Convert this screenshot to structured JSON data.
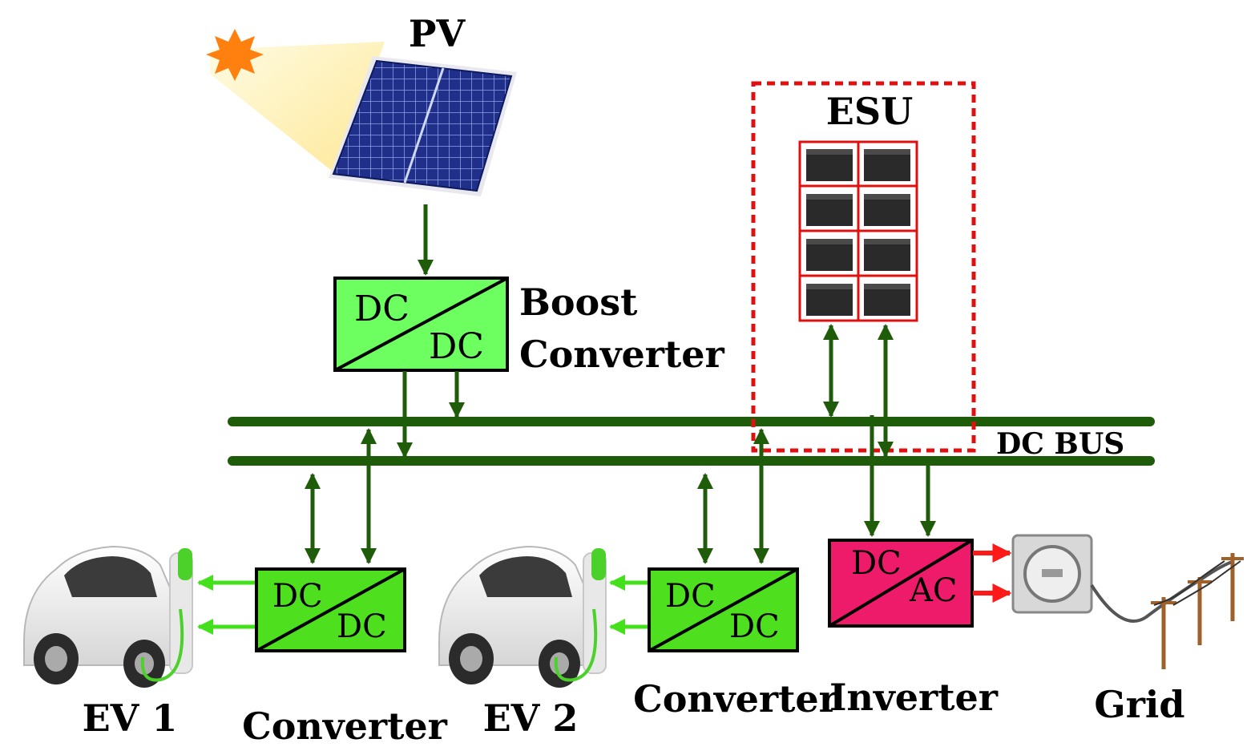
{
  "labels": {
    "pv": "PV",
    "esu": "ESU",
    "boost_line1": "Boost",
    "boost_line2": "Converter",
    "dc_bus": "DC BUS",
    "ev1": "EV 1",
    "ev2": "EV 2",
    "converter_left": "Converter",
    "converter_right": "Converter",
    "inverter": "Inverter",
    "grid": "Grid"
  },
  "blocks": {
    "boost": {
      "in": "DC",
      "out": "DC"
    },
    "conv1": {
      "in": "DC",
      "out": "DC"
    },
    "conv2": {
      "in": "DC",
      "out": "DC"
    },
    "inverter": {
      "in": "DC",
      "out": "AC"
    }
  },
  "colors": {
    "bus": "#1e5c0a",
    "line_dark": "#1e5c0a",
    "ev_arrow": "#44e01c",
    "grid_arrow": "#ff1a1a",
    "converter_fill": "#4ee01e",
    "boost_fill": "#6dff5f",
    "inverter_fill": "#ee1a6a",
    "esu_border": "#e01010",
    "sun": "#ff7f0f",
    "panel": "#1f2f8a"
  },
  "icons": {
    "sun": "sun-icon",
    "solar_panel": "solar-panel-icon",
    "battery": "battery-icon",
    "ev_car": "electric-car-icon",
    "charger": "charging-station-icon",
    "meter": "electric-meter-icon",
    "grid": "power-pole-icon"
  }
}
